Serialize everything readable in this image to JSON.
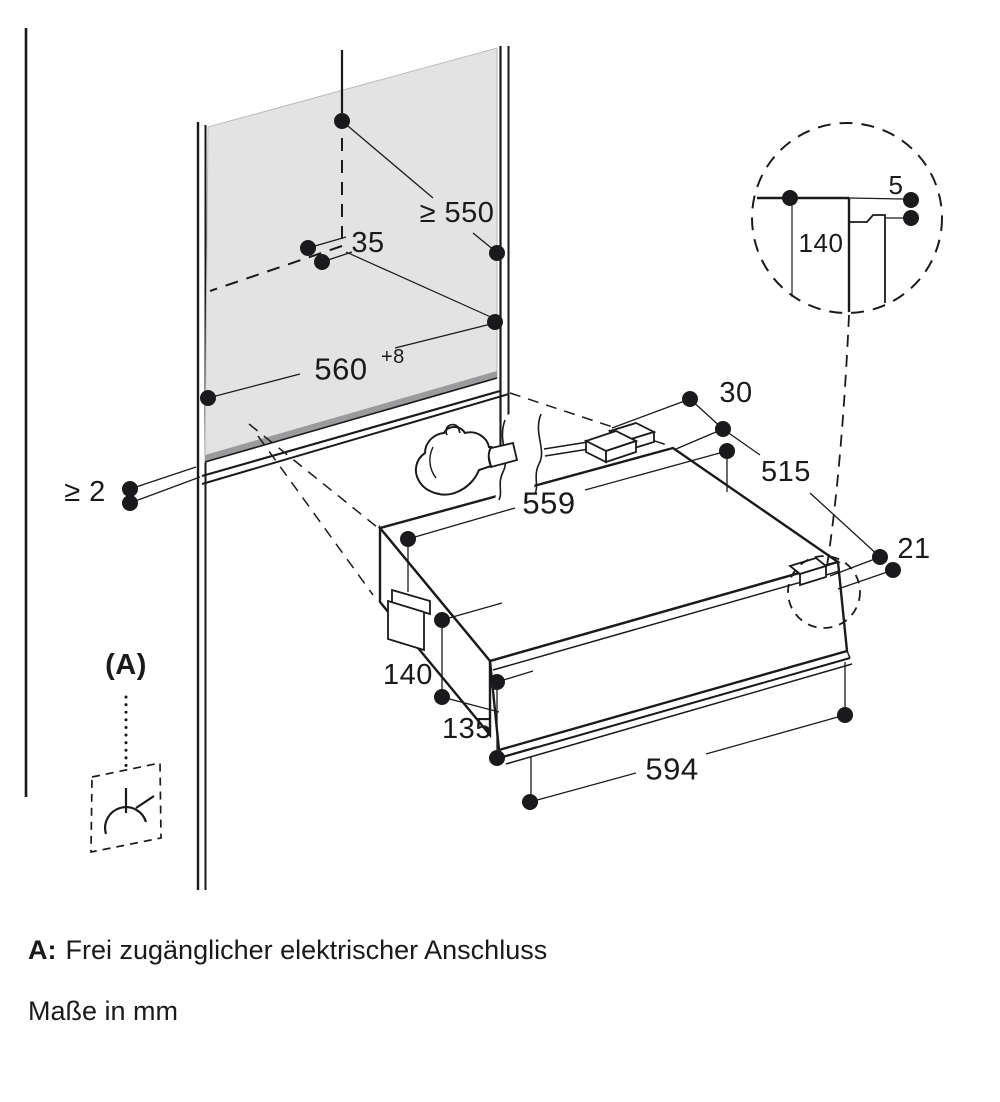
{
  "colors": {
    "line": "#1a1a1c",
    "panel_gray": "#e3e3e4",
    "panel_edge_dark": "#9b9b9d",
    "background": "#ffffff"
  },
  "dims": {
    "niche_depth": "≥ 550",
    "rear_clearance": "35",
    "niche_width_value": "560",
    "niche_width_tolerance": "+8",
    "side_gap": "≥ 2",
    "appliance_width": "559",
    "rear_gap": "30",
    "appliance_depth": "515",
    "front_protrusion": "21",
    "appliance_height": "140",
    "front_panel_height": "135",
    "front_panel_width": "594"
  },
  "detail_view": {
    "top_gap": "5",
    "panel_height": "140"
  },
  "callout": {
    "marker": "(A)"
  },
  "notes": {
    "marker_prefix": "A:",
    "marker_text": "Frei zugänglicher elektrischer Anschluss",
    "units_note": "Maße in mm"
  }
}
